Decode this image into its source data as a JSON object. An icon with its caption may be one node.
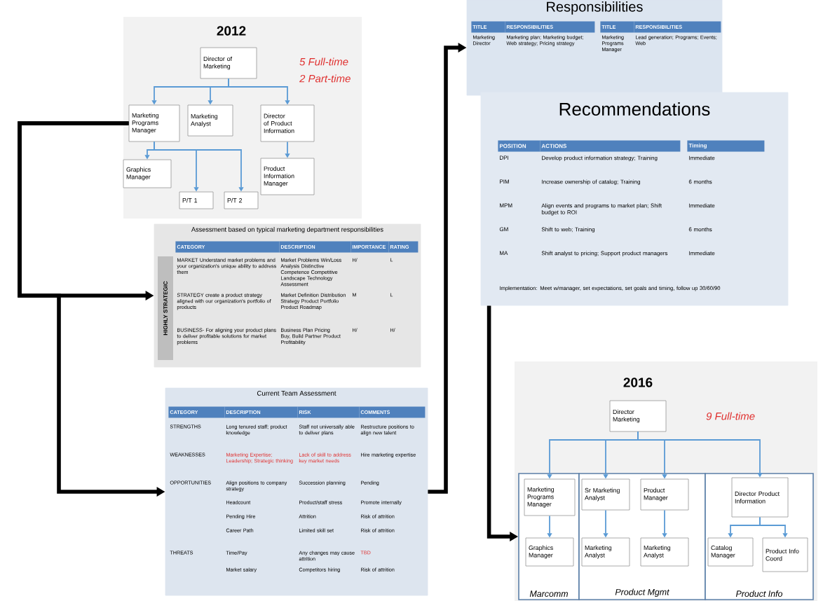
{
  "diagram": {
    "nodes": [
      {
        "text": [
          "Director of Marketing"
        ]
      },
      {
        "text": [
          "Marketing Programs Manager"
        ]
      },
      {
        "text": [
          "Marketing Analyst"
        ]
      },
      {
        "text": [
          "Director of Product Information"
        ]
      },
      {
        "text": [
          "Graphics Manager"
        ]
      },
      {
        "text": [
          "P/T 1"
        ]
      },
      {
        "text": [
          "P/T 2"
        ]
      },
      {
        "text": [
          "Product Information Manager"
        ]
      },
      {
        "text": [
          "Assessment based on typical marketing department responsibilities"
        ]
      },
      {
        "text": [
          "Current Team Assessment"
        ]
      },
      {
        "text": [
          "Responsibilities"
        ]
      },
      {
        "text": [
          "Recommendations"
        ]
      },
      {
        "text": [
          "Marcomm"
        ]
      },
      {
        "text": [
          "Product Mgmt"
        ]
      },
      {
        "text": [
          "Product Info"
        ]
      },
      {
        "text": [
          "Director Marketing"
        ]
      },
      {
        "text": [
          "Marketing Programs Manager"
        ],
        "in": 12
      },
      {
        "text": [
          "Sr Marketing Analyst"
        ],
        "in": 13
      },
      {
        "text": [
          "Product Manager"
        ],
        "in": 13
      },
      {
        "text": [
          "Director Product Information"
        ],
        "in": 14
      },
      {
        "text": [
          "Graphics Manager"
        ],
        "in": 12
      },
      {
        "text": [
          "Marketing Analyst"
        ],
        "in": 13
      },
      {
        "text": [
          "Marketing Analyst"
        ],
        "in": 13
      },
      {
        "text": [
          "Catalog Manager"
        ],
        "in": 14
      },
      {
        "text": [
          "Product Info Coord"
        ],
        "in": 14
      }
    ],
    "edges": [
      {
        "from": 0,
        "to": 1,
        "arrow": "to"
      },
      {
        "from": 0,
        "to": 2,
        "arrow": "to"
      },
      {
        "from": 0,
        "to": 3,
        "arrow": "to"
      },
      {
        "from": 1,
        "to": 4,
        "arrow": "to"
      },
      {
        "from": 1,
        "to": 5,
        "arrow": "to"
      },
      {
        "from": 1,
        "to": 6,
        "arrow": "to"
      },
      {
        "from": 3,
        "to": 7,
        "arrow": "to"
      },
      {
        "from": 1,
        "to": 8,
        "arrow": "to",
        "style": "thick",
        "color": "#000000"
      },
      {
        "from": 1,
        "to": 9,
        "arrow": "to",
        "style": "thick",
        "color": "#000000"
      },
      {
        "from": 9,
        "to": 10,
        "arrow": "to",
        "style": "thick",
        "color": "#000000"
      },
      {
        "from": 11,
        "to": 12,
        "arrow": "to",
        "style": "thick",
        "color": "#000000"
      },
      {
        "from": 15,
        "to": 16,
        "arrow": "to"
      },
      {
        "from": 15,
        "to": 17,
        "arrow": "to"
      },
      {
        "from": 15,
        "to": 18,
        "arrow": "to"
      },
      {
        "from": 15,
        "to": 19,
        "arrow": "to"
      },
      {
        "from": 16,
        "to": 20,
        "arrow": "to"
      },
      {
        "from": 17,
        "to": 21,
        "arrow": "to"
      },
      {
        "from": 18,
        "to": 22,
        "arrow": "to"
      },
      {
        "from": 19,
        "to": 23,
        "arrow": "to"
      },
      {
        "from": 19,
        "to": 24,
        "arrow": "to"
      }
    ],
    "labels": [
      "2012",
      "5 Full-time",
      "2 Part-time",
      "CATEGORY",
      "DESCRIPTION",
      "IMPORTANCE",
      "RATING",
      "HIGHLY STRATEGIC",
      "MARKET Understand market problems and your organization's unique ability to address them",
      "Market Problems Win/Loss Analysis Distinctive Competence Competitive Landscape Technology Assessment",
      "H/",
      "L",
      "STRATEGY create a product strategy aligned with our organization's portfolio of products",
      "Market Definition Distribution Strategy Product Portfolio Product Roadmap",
      "M",
      "L",
      "BUSINESS- For aligning your product plans to deliver profitable solutions for market problems",
      "Business Plan Pricing Buy, Build Partner Product Profitability",
      "H/",
      "H/",
      "CATEGORY",
      "DESCRIPTION",
      "RISK",
      "COMMENTS",
      "STRENGTHS",
      "Long tenured staff; product knowledge",
      "Staff not universally able to deliver plans",
      "Restructure positions to align new talent",
      "WEAKNESSES",
      "Marketing Expertise; Leadership; Strategic thinking",
      "Lack of skill to address key market needs",
      "Hire marketing expertise",
      "OPPORTUNITIES",
      "Align positions to company strategy",
      "Succession planning",
      "Pending",
      "Headcount",
      "Product/staff stress",
      "Promote internally",
      "Pending Hire",
      "Attrition",
      "Risk of attrition",
      "Career Path",
      "Limited skill set",
      "Risk of attrition",
      "THREATS",
      "Time/Pay",
      "Any changes may cause attrition",
      "TBD",
      "Market salary",
      "Competitors hiring",
      "Risk of attrition",
      "TITLE",
      "RESPONSIBILITIES",
      "Marketing Director",
      "Marketing plan; Marketing budget; Web strategy; Pricing strategy",
      "TITLE",
      "RESPONSIBILITIES",
      "Marketing Programs Manager",
      "Lead generation; Programs; Events; Web",
      "POSITION",
      "ACTIONS",
      "Timing",
      "DPI",
      "Develop product information strategy; Training",
      "Immediate",
      "PIM",
      "Increase ownership of catalog; Training",
      "6 months",
      "MPM",
      "Align events and programs to market plan; Shift budget to ROI",
      "Immediate",
      "GM",
      "Shift to web; Training",
      "6 months",
      "MA",
      "Shift analyst to pricing; Support product managers",
      "Immediate",
      "Implementation: Meet w/manager, set expectations, set goals and timing, follow up 30/60/90",
      "2016",
      "9 Full-time"
    ]
  }
}
